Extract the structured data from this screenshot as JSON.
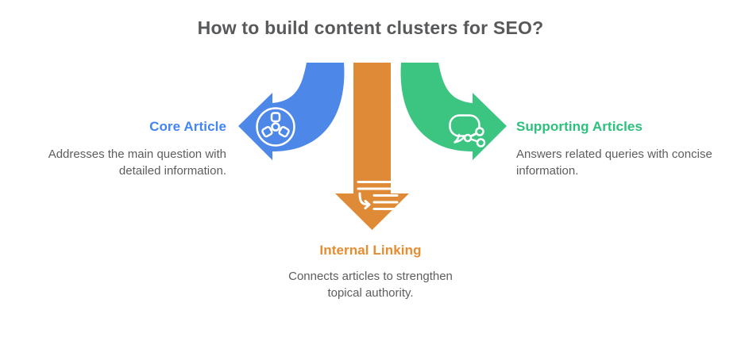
{
  "title": "How to build content clusters for SEO?",
  "colors": {
    "title_text": "#58595b",
    "description_text": "#5d5d5d",
    "blue_arrow": "#4d88e8",
    "blue_heading": "#4285f4",
    "green_arrow": "#3cc481",
    "green_heading": "#2bc17c",
    "orange_arrow": "#de8a36",
    "orange_heading": "#e78c2f",
    "icon_stroke": "#ffffff"
  },
  "sections": {
    "core": {
      "heading": "Core Article",
      "description": "Addresses the main question with detailed information.",
      "icon": "cluster-nodes-icon",
      "arrow_direction": "left"
    },
    "supporting": {
      "heading": "Supporting Articles",
      "description": "Answers related queries with concise information.",
      "icon": "speech-bubble-share-icon",
      "arrow_direction": "right"
    },
    "internal": {
      "heading": "Internal Linking",
      "description": "Connects articles to strengthen topical authority.",
      "icon": "linked-list-icon",
      "arrow_direction": "down"
    }
  }
}
